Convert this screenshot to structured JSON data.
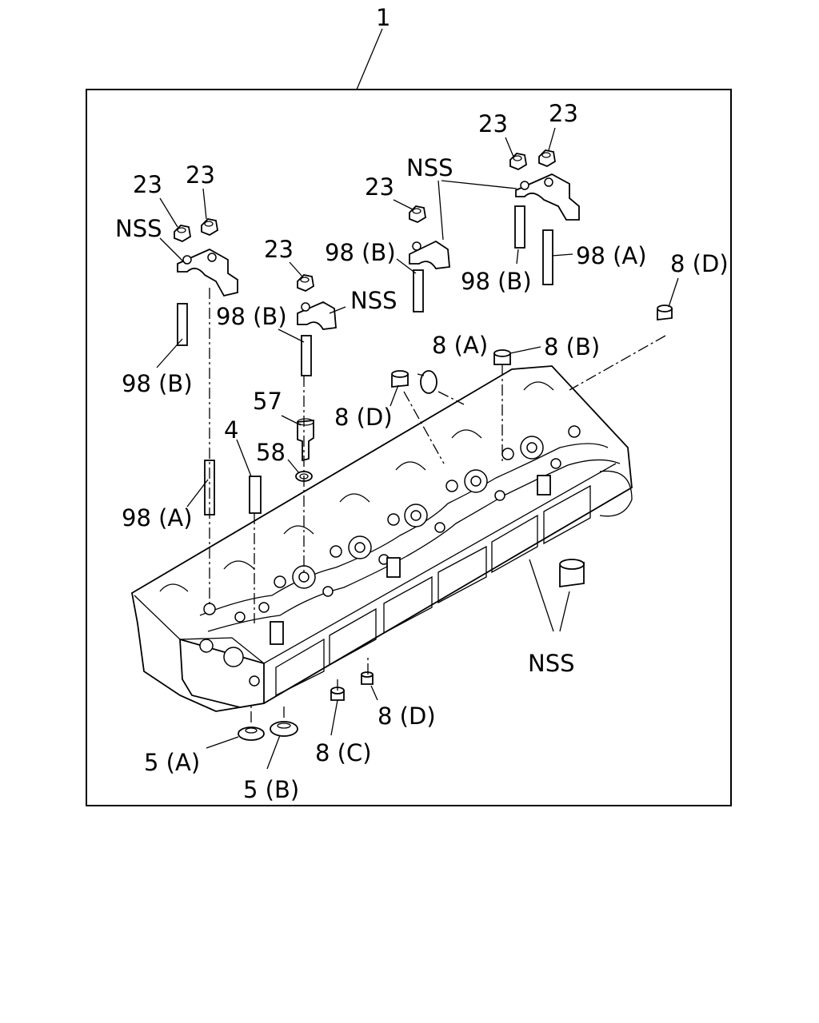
{
  "diagram": {
    "assembly_ref": "1",
    "labels": {
      "n23_a": "23",
      "n23_b": "23",
      "n23_c": "23",
      "n23_d": "23",
      "n23_e": "23",
      "n23_f": "23",
      "nss_1": "NSS",
      "nss_2": "NSS",
      "nss_3": "NSS",
      "nss_4": "NSS",
      "s98b_1": "98 (B)",
      "s98b_2": "98 (B)",
      "s98b_3": "98 (B)",
      "s98b_4": "98 (B)",
      "s98a_1": "98 (A)",
      "s98a_2": "98 (A)",
      "p8a": "8 (A)",
      "p8b": "8 (B)",
      "p8c": "8 (C)",
      "p8d_1": "8 (D)",
      "p8d_2": "8 (D)",
      "p8d_3": "8 (D)",
      "p57": "57",
      "p58": "58",
      "p4": "4",
      "p5a": "5 (A)",
      "p5b": "5 (B)"
    }
  }
}
